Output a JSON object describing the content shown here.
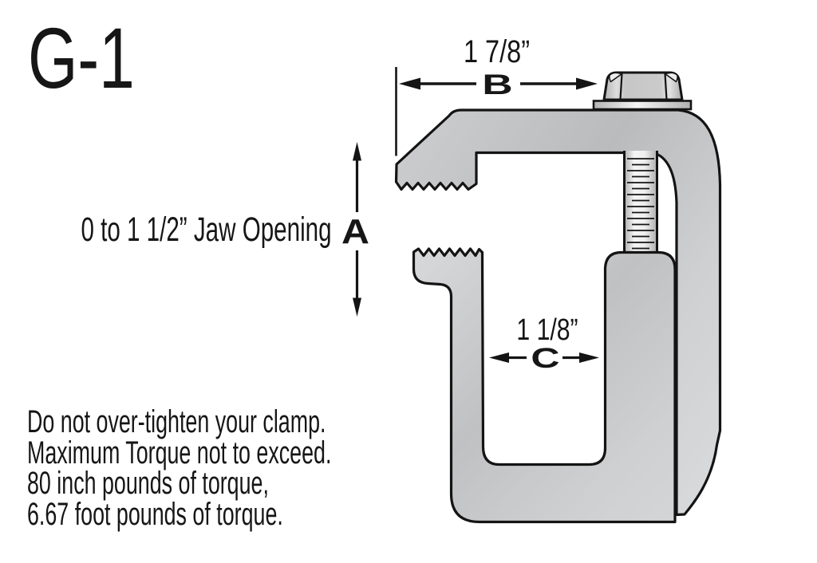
{
  "title": "G-1",
  "dimensions": {
    "b": {
      "letter": "B",
      "value": "1 7/8”"
    },
    "a": {
      "letter": "A",
      "note": "0 to 1 1/2” Jaw Opening"
    },
    "c": {
      "letter": "C",
      "value": "1 1/8”"
    }
  },
  "warning": {
    "line1": "Do not over-tighten your clamp.",
    "line2": "Maximum Torque not to exceed.",
    "line3": "80 inch pounds of torque,",
    "line4": "6.67 foot pounds of torque."
  },
  "figure": {
    "type": "technical-diagram",
    "subject": "truck cap mounting clamp, side view",
    "parts": [
      "clamp body with serrated upper jaw",
      "sliding lower jaw with serrated pad",
      "threaded bolt with hex flange head",
      "washer"
    ],
    "colors": {
      "outline": "#141414",
      "metal_light": "#dadbdd",
      "metal_mid": "#c4c5c7",
      "metal_dark": "#b2b3b5",
      "background": "#ffffff"
    }
  }
}
